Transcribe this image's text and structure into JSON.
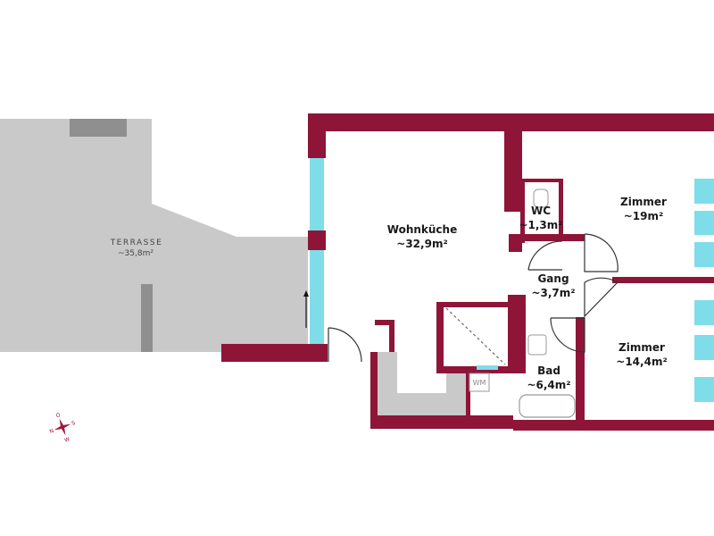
{
  "colors": {
    "wall": "#8e1538",
    "window": "#7fdde9",
    "terrace": "#c9c9c9",
    "terrace_dark": "#8f8f8f",
    "door_line": "#333333"
  },
  "terrace": {
    "name": "TERRASSE",
    "area": "~35,8m²"
  },
  "rooms": {
    "wohnkueche": {
      "name": "Wohnküche",
      "area": "~32,9m²"
    },
    "wc": {
      "name": "WC",
      "area": "~1,3m²"
    },
    "zimmer1": {
      "name": "Zimmer",
      "area": "~19m²"
    },
    "gang": {
      "name": "Gang",
      "area": "~3,7m²"
    },
    "zimmer2": {
      "name": "Zimmer",
      "area": "~14,4m²"
    },
    "bad": {
      "name": "Bad",
      "area": "~6,4m²"
    }
  },
  "appliances": {
    "wm": "WM"
  },
  "compass": {
    "n": "N",
    "o": "O",
    "s": "S",
    "w": "W"
  }
}
